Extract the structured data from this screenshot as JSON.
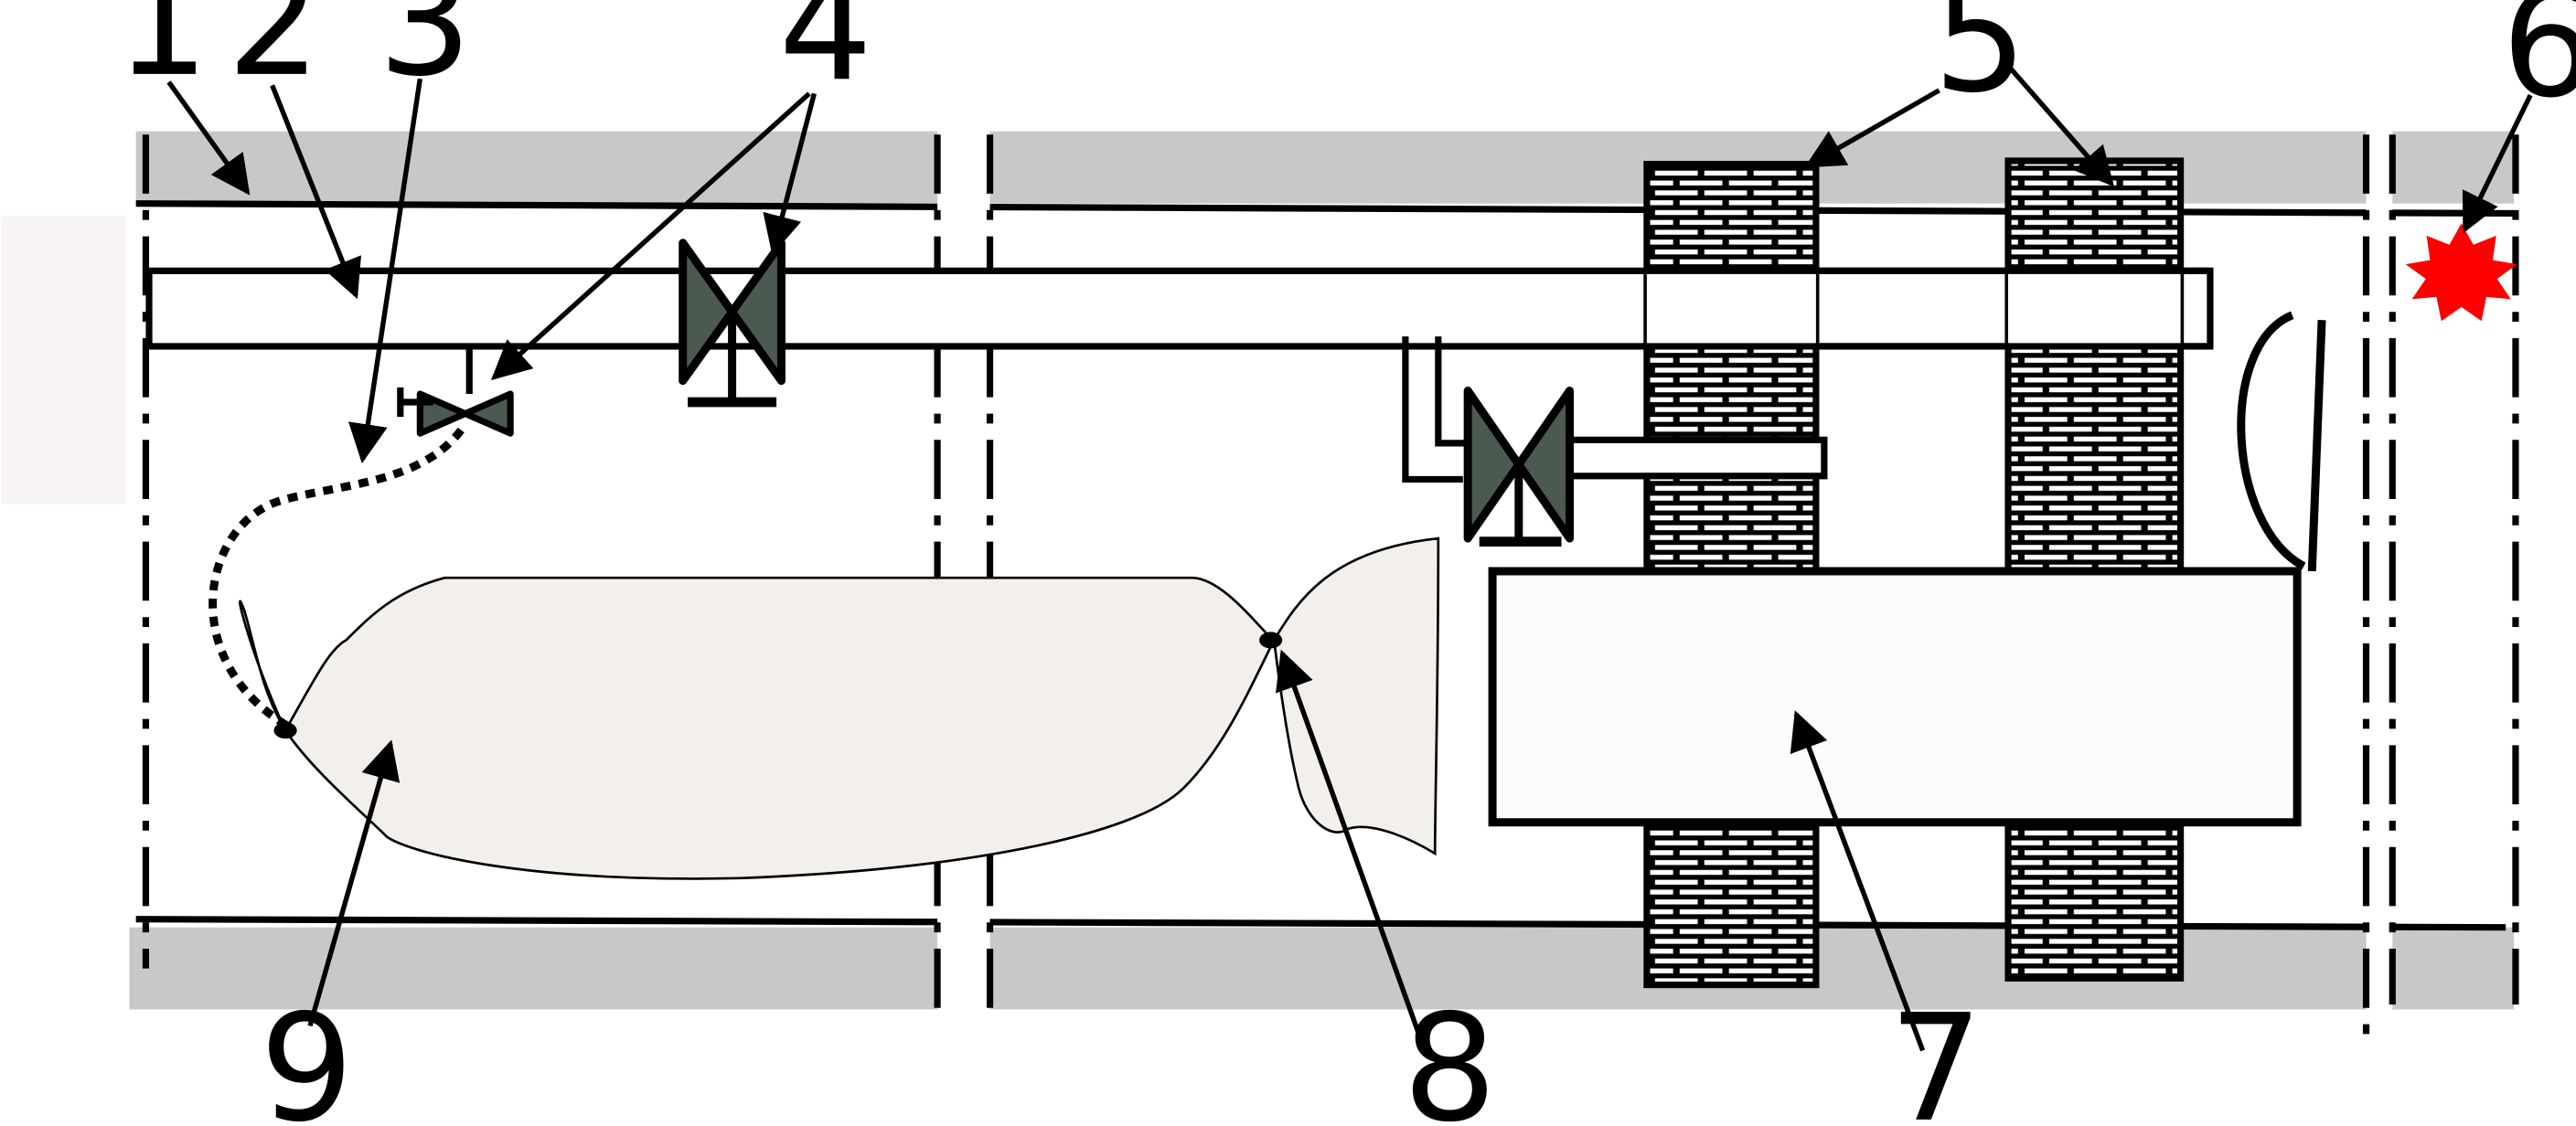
{
  "figure": {
    "callouts": [
      "1",
      "2",
      "3",
      "4",
      "5",
      "6",
      "7",
      "8",
      "9"
    ]
  },
  "colors": {
    "rock": "#c8c8c8",
    "line": "#000000",
    "valve_fill": "#4b5a50",
    "bag_fill": "#f3f0ec",
    "block_fill": "#fdfbfc",
    "ignition": "#ff0000"
  }
}
